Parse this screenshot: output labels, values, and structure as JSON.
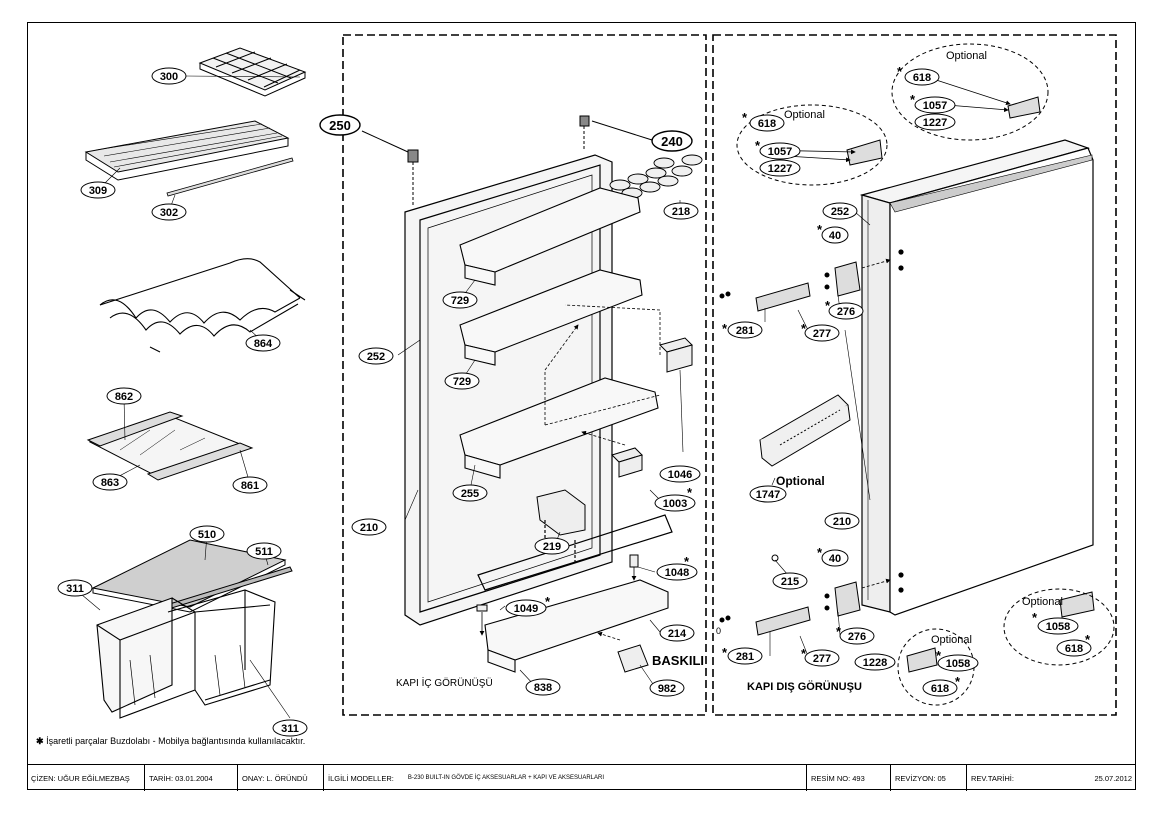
{
  "callouts": {
    "c300": "300",
    "c309": "309",
    "c302": "302",
    "c864": "864",
    "c862": "862",
    "c863": "863",
    "c861": "861",
    "c510": "510",
    "c511": "511",
    "c311a": "311",
    "c311b": "311",
    "c250": "250",
    "c240": "240",
    "c218": "218",
    "c729a": "729",
    "c729b": "729",
    "c252a": "252",
    "c1046": "1046",
    "c255": "255",
    "c1003": "1003",
    "c210a": "210",
    "c219": "219",
    "c1048": "1048",
    "c1049": "1049",
    "c214": "214",
    "c838": "838",
    "c982": "982",
    "c618a": "618",
    "c1057a": "1057",
    "c1227a": "1227",
    "c618b": "618",
    "c1057b": "1057",
    "c1227b": "1227",
    "c252b": "252",
    "c40a": "40",
    "c276a": "276",
    "c281a": "281",
    "c277a": "277",
    "c1747": "1747",
    "c210b": "210",
    "c215": "215",
    "c40b": "40",
    "c276b": "276",
    "c281b": "281",
    "c277b": "277",
    "c1228": "1228",
    "c1058a": "1058",
    "c618c": "618",
    "c1058b": "1058",
    "c618d": "618"
  },
  "labels": {
    "optional_top_right": "Optional",
    "optional_top_left": "Optional",
    "optional_1747": "Optional",
    "optional_right": "Optional",
    "optional_bottom": "Optional",
    "baskili": "BASKILI",
    "kapi_ic": "KAPI İÇ GÖRÜNÜŞÜ",
    "kapi_dis": "KAPI DIŞ GÖRÜNUŞU",
    "footnote_star": "✱",
    "footnote": "İşaretli parçalar Buzdolabı - Mobilya bağlantısında kullanılacaktır.",
    "small_zero": "0"
  },
  "title_block": {
    "cizen": "ÇİZEN: UĞUR EĞİLMEZBAŞ",
    "tarih": "TARİH: 03.01.2004",
    "onay": "ONAY: L. ÖRÜNDÜ",
    "ilgili_label": "İLGİLİ MODELLER:",
    "ilgili_value": "B-230 BUILT-IN GÖVDE İÇ AKSESUARLAR + KAPI VE AKSESUARLARI",
    "resim": "RESİM NO: 493",
    "revizyon": "REVİZYON: 05",
    "rev_tarihi_label": "REV.TARİHİ:",
    "rev_tarihi_value": "25.07.2012"
  }
}
